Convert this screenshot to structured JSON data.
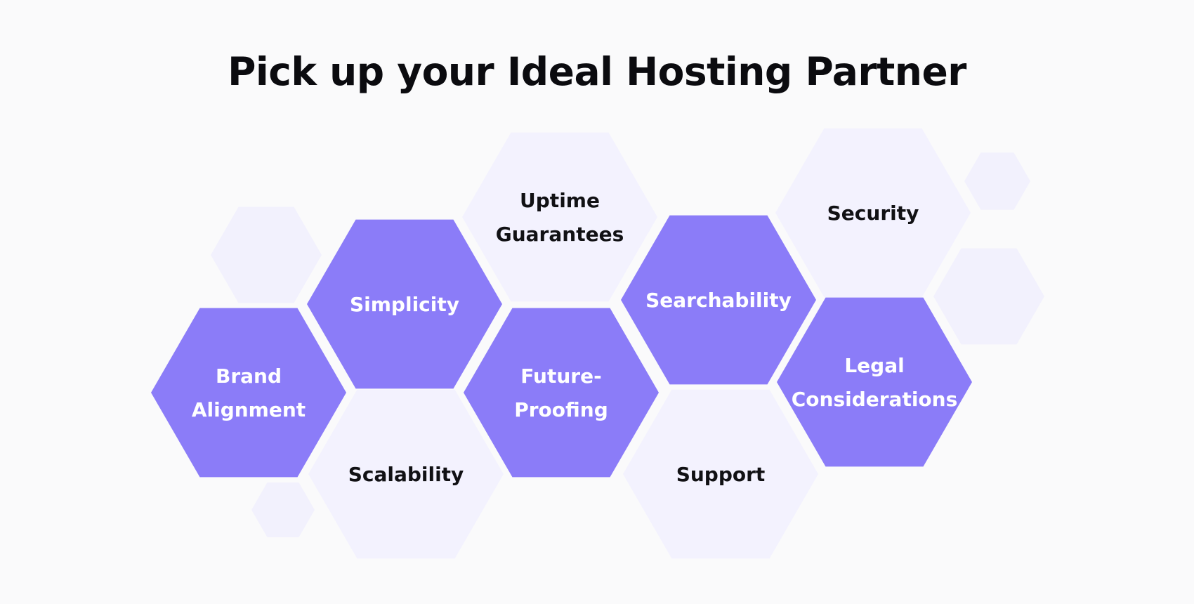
{
  "title": "Pick up your Ideal Hosting Partner",
  "colors": {
    "background": "#fafafb",
    "accent_hex": "#8b7cf8",
    "light_hex": "#f3f2fe",
    "decor_hex": "#f2f1fd"
  },
  "hexagons": [
    {
      "id": "brand-alignment",
      "lines": [
        "Brand",
        "Alignment"
      ],
      "style": "accent"
    },
    {
      "id": "simplicity",
      "lines": [
        "Simplicity"
      ],
      "style": "accent"
    },
    {
      "id": "scalability",
      "lines": [
        "Scalability"
      ],
      "style": "light"
    },
    {
      "id": "uptime-guarantees",
      "lines": [
        "Uptime",
        "Guarantees"
      ],
      "style": "light"
    },
    {
      "id": "future-proofing",
      "lines": [
        "Future-",
        "Proofing"
      ],
      "style": "accent"
    },
    {
      "id": "searchability",
      "lines": [
        "Searchability"
      ],
      "style": "accent"
    },
    {
      "id": "support",
      "lines": [
        "Support"
      ],
      "style": "light"
    },
    {
      "id": "security",
      "lines": [
        "Security"
      ],
      "style": "light"
    },
    {
      "id": "legal-considerations",
      "lines": [
        "Legal",
        "Considerations"
      ],
      "style": "accent"
    }
  ]
}
